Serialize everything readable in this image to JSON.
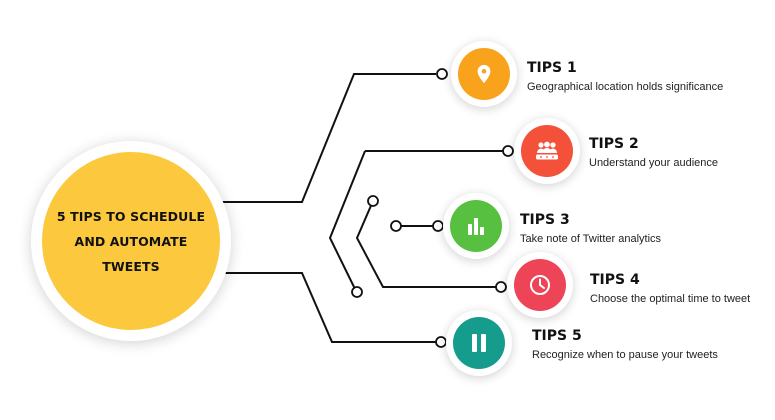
{
  "center": {
    "title": "5 TIPS TO SCHEDULE\nAND AUTOMATE\nTWEETS",
    "color": "#fcc83e"
  },
  "tips": [
    {
      "title": "TIPS 1",
      "description": "Geographical location holds significance",
      "color": "#f8a31b",
      "icon": "location-pin-icon"
    },
    {
      "title": "TIPS 2",
      "description": "Understand your audience",
      "color": "#f4513a",
      "icon": "audience-icon"
    },
    {
      "title": "TIPS 3",
      "description": "Take note of Twitter analytics",
      "color": "#58c041",
      "icon": "bar-chart-icon"
    },
    {
      "title": "TIPS 4",
      "description": "Choose the optimal time to tweet",
      "color": "#ee4458",
      "icon": "clock-icon"
    },
    {
      "title": "TIPS 5",
      "description": "Recognize when to pause your tweets",
      "color": "#169c8d",
      "icon": "pause-icon"
    }
  ]
}
